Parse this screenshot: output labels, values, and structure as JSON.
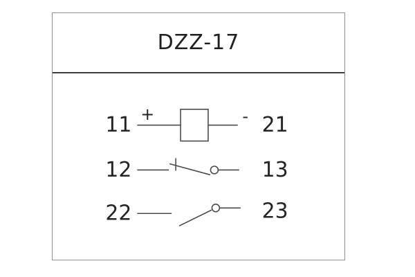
{
  "diagram": {
    "title": "DZZ-17",
    "coil_row": {
      "left_terminal": "11",
      "right_terminal": "21",
      "polarity_left": "+",
      "polarity_right": "-"
    },
    "contact_rows": [
      {
        "left_terminal": "12",
        "right_terminal": "13"
      },
      {
        "left_terminal": "22",
        "right_terminal": "23"
      }
    ],
    "colors": {
      "line": "#4a4a4a",
      "text": "#242424",
      "box_border": "#8f8f8f",
      "divider": "#3d3d3d",
      "background": "#ffffff"
    }
  }
}
